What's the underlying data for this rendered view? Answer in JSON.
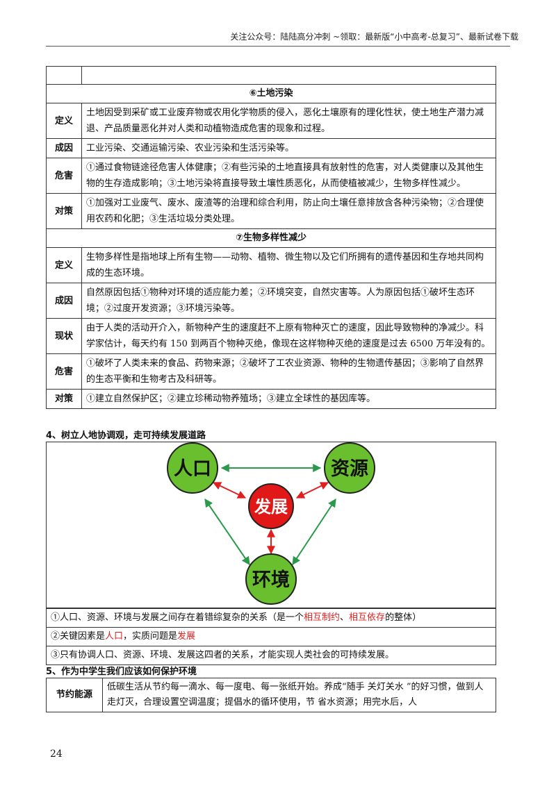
{
  "header": {
    "text": "关注公众号：陆陆高分冲刺  ~领取：最新版“小中高考-总复习”、最新试卷下载"
  },
  "soil": {
    "title": "⑥土地污染",
    "rows": [
      {
        "label": "定义",
        "text": "土地因受到采矿或工业废弃物或农用化学物质的侵入，恶化土壤原有的理化性状，使土地生产潜力减退、产品质量恶化并对人类和动植物造成危害的现象和过程。"
      },
      {
        "label": "成因",
        "text": "工业污染、交通运输污染、农业污染和生活污染等。"
      },
      {
        "label": "危害",
        "text": "①通过食物链途径危害人体健康；②有些污染的土地直接具有放射性的危害，对人类健康以及其他生物的生存造成影响；③土地污染将直接导致土壤性质恶化，从而使植被减少，生物多样性减少。"
      },
      {
        "label": "对策",
        "text": "①加强对工业废气、废水、废渣等的治理和综合利用，防止向土壤任意排放含各种污染物；②合理使用农药和化肥；③生活垃圾分类处理。"
      }
    ]
  },
  "bio": {
    "title": "⑦生物多样性减少",
    "rows": [
      {
        "label": "定义",
        "text": "生物多样性是指地球上所有生物——动物、植物、微生物以及它们所拥有的遗传基因和生存地共同构成的生态环境。"
      },
      {
        "label": "成因",
        "text": "自然原因包括①物种对环境的适应能力差；②环境突变，自然灾害等。人为原因包括①破坏生态环境；②过度开发资源；③环境污染等。"
      },
      {
        "label": "现状",
        "text": "由于人类的活动开介入，新物种产生的速度赶不上原有物种灭亡的速度，因此导致物种的净减少。科学家估计，每天约有 150 到两百个物种灭绝，像现在这样物种灭绝的速度是过去 6500 万年没有的。"
      },
      {
        "label": "危害",
        "text": "①破坏了人类未来的食品、药物来源；②破坏了工农业资源、物种的生物遗传基因；③影响了自然界的生态平衡和生物考古及科研等。"
      },
      {
        "label": "对策",
        "text": "①建立自然保护区；②建立珍稀动物养殖场；③建立全球性的基因库等。"
      }
    ]
  },
  "section4": {
    "heading": "4、树立人地协调观，走可持续发展道路",
    "diagram": {
      "population": "人口",
      "resources": "资源",
      "development": "发展",
      "environment": "环境",
      "colors": {
        "outer": "#6abf2e",
        "center": "#e01818",
        "green_arrow": "#2a9a4a",
        "red_arrow": "#e02020"
      }
    },
    "note1": {
      "pre": "①人口、资源、环境与发展之间存在着错综复杂的关系（是一个",
      "r1": "相互制约",
      "sep": "、",
      "r2": "相互依存",
      "post": "的整体）"
    },
    "note2": {
      "pre": "②关键因素是",
      "r1": "人口",
      "mid": "，实质问题是",
      "r2": "发展"
    },
    "note3": "③只有协调人口、资源、环境、发展这四者的关系，才能实现人类社会的可持续发展。"
  },
  "section5": {
    "heading": "5、作为中学生我们应该如何保护环境",
    "label": "节约能源",
    "text": "低碳生活从节约每一滴水、每一度电、每一张纸开始。养成“随手 关灯关水 ”的好习惯，做到人走灯灭，合理设置空调温度；提倡水的循环使用，节 省水资源；用完水后，人"
  },
  "page_number": "24"
}
